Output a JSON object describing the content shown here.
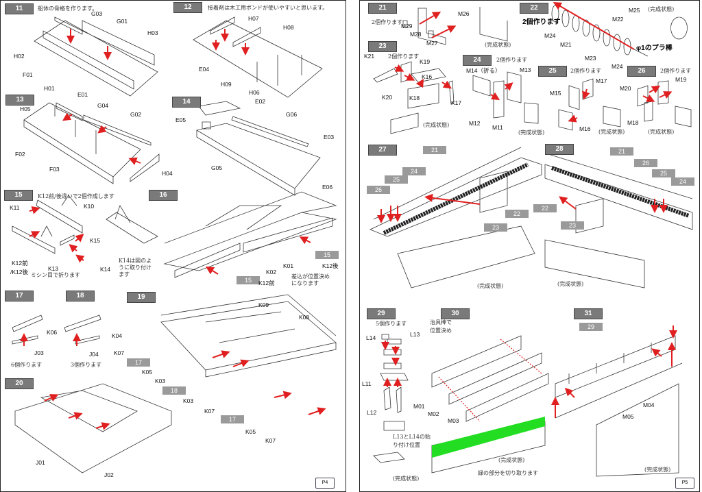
{
  "page4": {
    "page_number": "P4",
    "s11": {
      "num": "11",
      "note": "船体の骨格を作ります。",
      "parts": [
        "G03",
        "G01",
        "H03",
        "H02",
        "F01",
        "H01",
        "E01"
      ]
    },
    "s12": {
      "num": "12",
      "note": "接着剤は木工用ボンドが使いやすいと思います。",
      "parts": [
        "H07",
        "H08",
        "E04",
        "H09",
        "H06"
      ]
    },
    "s13": {
      "num": "13",
      "parts": [
        "H05",
        "G04",
        "G02",
        "F02",
        "F03",
        "H04"
      ]
    },
    "s14": {
      "num": "14",
      "parts": [
        "E02",
        "E05",
        "G06",
        "E03",
        "G05",
        "E06"
      ]
    },
    "s15": {
      "num": "15",
      "note": "K12前/後違いで2個作成します",
      "parts": [
        "K11",
        "K10",
        "K15",
        "K12前",
        "/K12後",
        "K13",
        "K14"
      ],
      "fold_note": "ミシン目で折ります",
      "k14_note": [
        "K14は図のよ",
        "うに取り付け",
        "ます"
      ]
    },
    "s16": {
      "num": "16",
      "parts": [
        "K01",
        "K02"
      ],
      "ref": "15",
      "rear": "K12後",
      "front": "K12前",
      "note": [
        "差込が位置決め",
        "になります"
      ]
    },
    "s17": {
      "num": "17",
      "parts": [
        "K06",
        "J03"
      ],
      "note": "6個作ります"
    },
    "s18": {
      "num": "18",
      "parts": [
        "K04",
        "J04"
      ],
      "note": "3個作ります"
    },
    "s19": {
      "num": "19",
      "parts": [
        "K09",
        "K08",
        "K07",
        "K05",
        "K03",
        "K03",
        "K07",
        "K05",
        "K07"
      ],
      "refs": [
        "17",
        "18",
        "17"
      ]
    },
    "s20": {
      "num": "20",
      "parts": [
        "J01",
        "J02"
      ]
    }
  },
  "page5": {
    "page_number": "P5",
    "complete": "(完成状態)",
    "make2": "2個作ります",
    "s21": {
      "num": "21",
      "parts": [
        "M29",
        "M28",
        "M26",
        "M27"
      ]
    },
    "s22": {
      "num": "22",
      "parts": [
        "M25",
        "M22",
        "M24",
        "M21",
        "M23",
        "M24"
      ],
      "rod": "φ1のプラ棒"
    },
    "s23": {
      "num": "23",
      "parts": [
        "K21",
        "K19",
        "K16",
        "K20",
        "K18",
        "K17"
      ]
    },
    "s24": {
      "num": "24",
      "parts": [
        "M14（折る）",
        "M13",
        "M12",
        "M11"
      ]
    },
    "s25": {
      "num": "25",
      "parts": [
        "M17",
        "M15",
        "M16"
      ]
    },
    "s26": {
      "num": "26",
      "parts": [
        "M20",
        "M19",
        "M18"
      ]
    },
    "s27": {
      "num": "27",
      "refs": [
        "21",
        "24",
        "25",
        "26",
        "22",
        "23"
      ]
    },
    "s28": {
      "num": "28",
      "refs": [
        "21",
        "26",
        "25",
        "24",
        "22",
        "23"
      ]
    },
    "s29": {
      "num": "29",
      "note": "5個作ります",
      "parts": [
        "L14",
        "L13",
        "L11",
        "L12"
      ],
      "pos_note": [
        "L13とL14の貼",
        "り付け位置"
      ]
    },
    "s30": {
      "num": "30",
      "jig_note": [
        "治具棒で",
        "位置決め"
      ],
      "parts": [
        "M01",
        "M02",
        "M03"
      ],
      "cut_note": "緑の部分を切り取ります"
    },
    "s31": {
      "num": "31",
      "ref": "29",
      "parts": [
        "M04",
        "M05"
      ]
    }
  },
  "colors": {
    "arrow": "#e02020",
    "badge": "#7a7a7a",
    "cut": "#22dd22"
  }
}
